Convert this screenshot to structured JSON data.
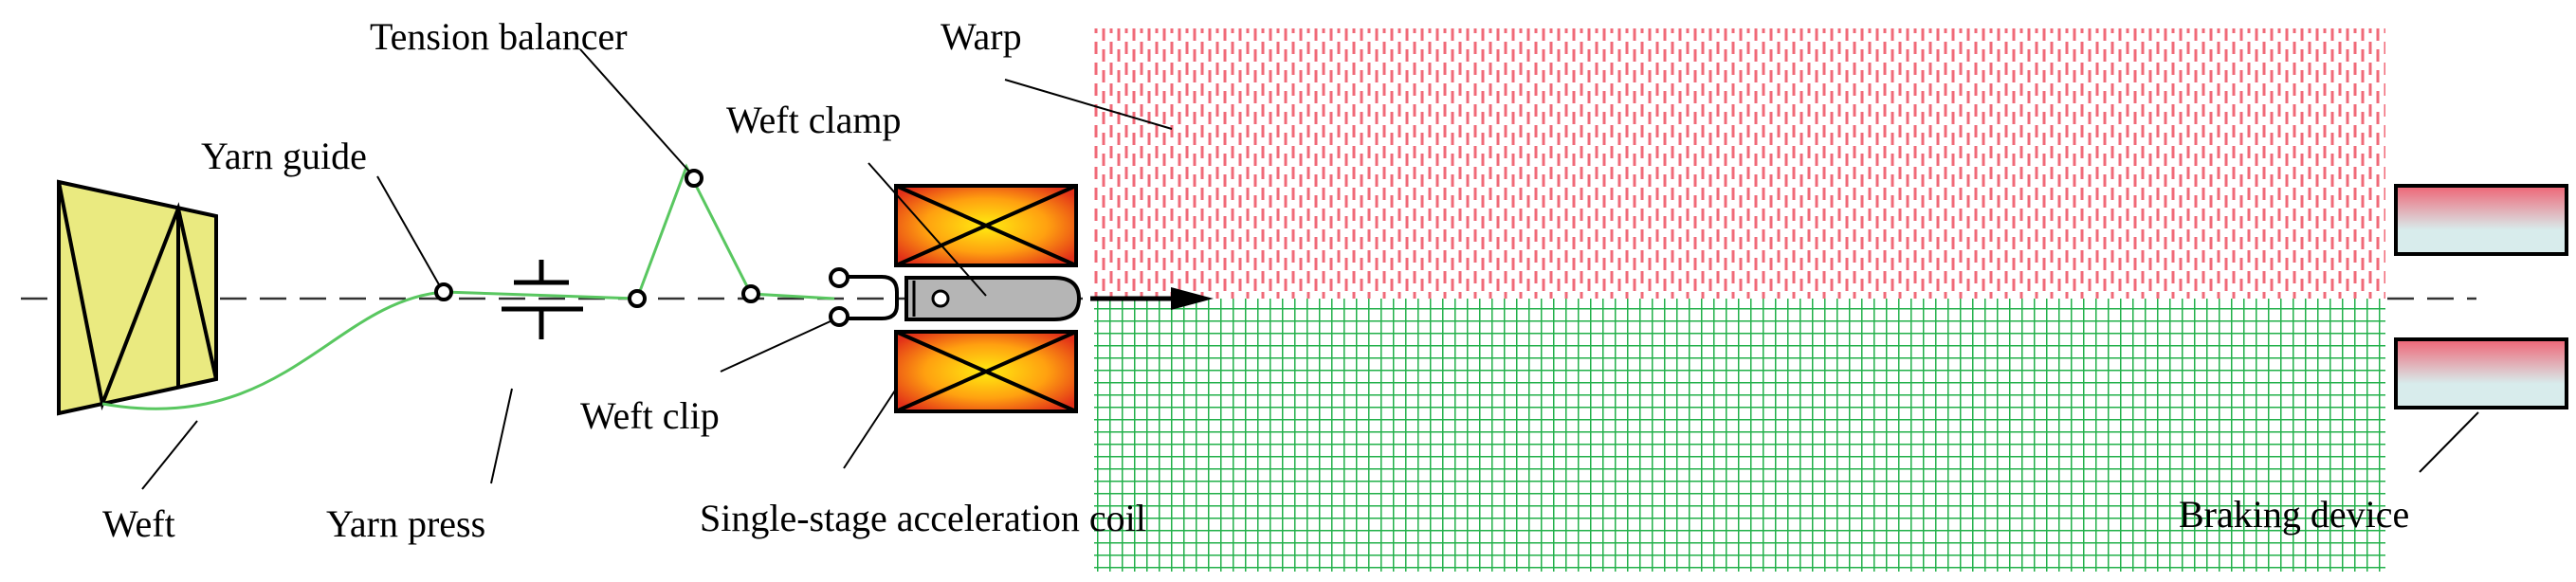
{
  "labels": {
    "tension_balancer": "Tension balancer",
    "warp": "Warp",
    "yarn_guide": "Yarn guide",
    "weft_clamp": "Weft clamp",
    "weft_clip": "Weft clip",
    "weft": "Weft",
    "yarn_press": "Yarn press",
    "acceleration_coil": "Single-stage acceleration coil",
    "braking_device": "Braking device"
  },
  "colors": {
    "warp_hatch": "#f06a78",
    "weft_grid": "#22b04a",
    "yarn_path": "#59c760",
    "bobbin_fill": "#eaea80",
    "coil_outer": "#e23018",
    "coil_inner": "#ffec10",
    "clamp_fill": "#b5b5b5",
    "brake_top": "#ef6475",
    "brake_bottom": "#d8ecec"
  }
}
